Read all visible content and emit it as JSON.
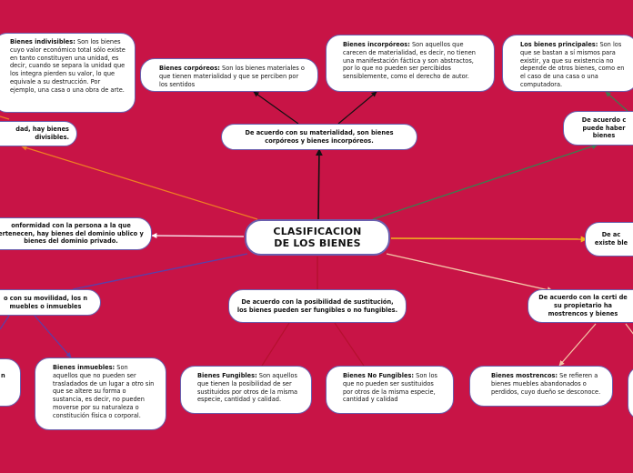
{
  "root": {
    "line1": "CLASIFICACION",
    "line2": "DE LOS BIENES"
  },
  "topics": {
    "materialidad": "De acuerdo con su materialidad, son bienes corpóreos y bienes incorpóreos.",
    "divisibilidad": "dad, hay bienes divisibles.",
    "persona": "onformidad con la persona a la que ertenecen, hay bienes del dominio ublico y bienes del dominio privado.",
    "movilidad": "o con su movilidad, los n muebles o inmuebles",
    "fungibles": "De acuerdo con la posibilidad de sustitución, los bienes pueden ser fungibles o no fungibles.",
    "certidumbre": "De acuerdo con la certi de su propietario ha mostrencos y bienes",
    "principal": "De acuerdo c puede haber bienes",
    "existencia": "De ac existe ble"
  },
  "details": {
    "indivisibles": {
      "term": "Bienes indivisibles:",
      "text": " Son los bienes cuyo valor económico total sólo existe en tanto constituyen una unidad, es decir, cuando se separa la unidad que los integra pierden su valor, lo que equivale a su destrucción. Por ejemplo, una casa o una obra de arte."
    },
    "corporeos": {
      "term": "Bienes corpóreos:",
      "text": " Son los bienes materiales o que tienen materialidad y que se perciben por los sentidos"
    },
    "incorporeos": {
      "term": "Bienes incorpóreos:",
      "text": " Son aquellos que carecen de materialidad, es decir, no tienen una manifestación fáctica y son abstractos, por lo que no pueden ser percibidos sensiblemente, como el derecho de autor."
    },
    "principales": {
      "term": "Los bienes principales:",
      "text": " Son los que se bastan a sí mismos para existir, ya que su existencia no depende de otros bienes, como en el caso de una casa o una computadora."
    },
    "inmuebles": {
      "term": "Bienes inmuebles:",
      "text": " Son aquellos que no pueden ser trasladados de un lugar a otro sin que se altere su forma o sustancia, es decir, no pueden moverse por su naturaleza o constitución física o corporal."
    },
    "fungibles_def": {
      "term": "Bienes Fungibles:",
      "text": " Son aquellos que tienen la posibilidad de ser sustituidos por otros de la misma especie, cantidad y calidad."
    },
    "no_fungibles": {
      "term": "Bienes No Fungibles:",
      "text": " Son los que no pueden ser sustituidos por otros de la misma especie, cantidad y calidad"
    },
    "mostrencos": {
      "term": "Bienes mostrencos:",
      "text": " Se refieren a bienes muebles abandonados o perdidos, cuyo dueño se desconoce."
    },
    "muebles_partial": {
      "term": "n",
      "text": ""
    }
  },
  "colors": {
    "background": "#c81446",
    "node_border": "#6a5fae",
    "edge_black": "#111111",
    "edge_orange": "#ef7f22",
    "edge_white": "#ffffff",
    "edge_green": "#3f7a4f",
    "edge_yellow": "#f2b51d",
    "edge_purple": "#5b3fa8",
    "edge_red": "#b5102e",
    "edge_peach": "#f5c8a8"
  }
}
